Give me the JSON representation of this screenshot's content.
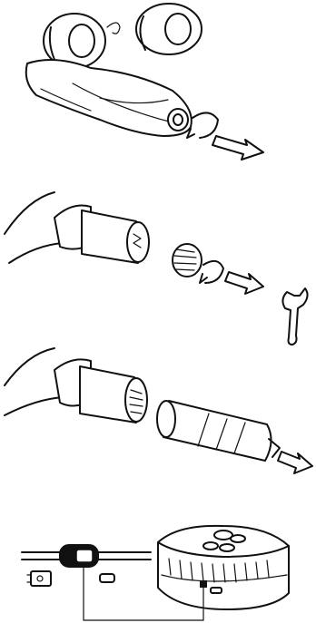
{
  "figure": {
    "panels": [
      {
        "id": "remove-end-cap",
        "steps": [
          "rotate-cap-icon",
          "pull-out-arrow"
        ]
      },
      {
        "id": "unscrew-nut-with-wrench",
        "steps": [
          "rotate-nut-icon",
          "pull-out-arrow",
          "wrench"
        ]
      },
      {
        "id": "remove-battery-cartridge",
        "steps": [
          "pull-out-arrow"
        ]
      },
      {
        "id": "charger-indicator-detail",
        "steps": [
          "charge-switch",
          "battery-icon",
          "led-indicator"
        ]
      }
    ],
    "colors": {
      "ink": "#111111",
      "background": "#ffffff"
    }
  }
}
